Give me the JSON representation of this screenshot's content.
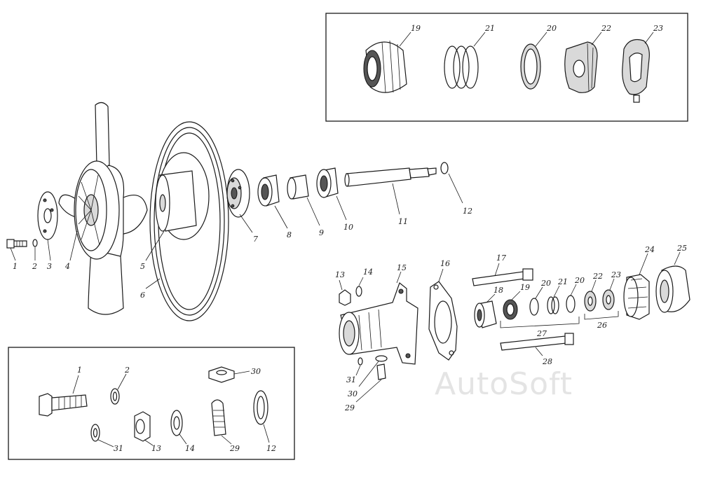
{
  "watermark": "AutoSoft",
  "labels": {
    "main": [
      "1",
      "2",
      "3",
      "4",
      "5",
      "6",
      "7",
      "8",
      "9",
      "10",
      "11",
      "12"
    ],
    "top_inset": [
      "19",
      "21",
      "20",
      "22",
      "23"
    ],
    "pump": [
      "13",
      "14",
      "15",
      "16",
      "17",
      "18",
      "19",
      "20",
      "21",
      "20",
      "22",
      "23",
      "24",
      "25",
      "27",
      "26",
      "28",
      "31",
      "30",
      "29"
    ],
    "bottom_inset": [
      "1",
      "2",
      "30",
      "31",
      "13",
      "14",
      "29",
      "12"
    ]
  }
}
